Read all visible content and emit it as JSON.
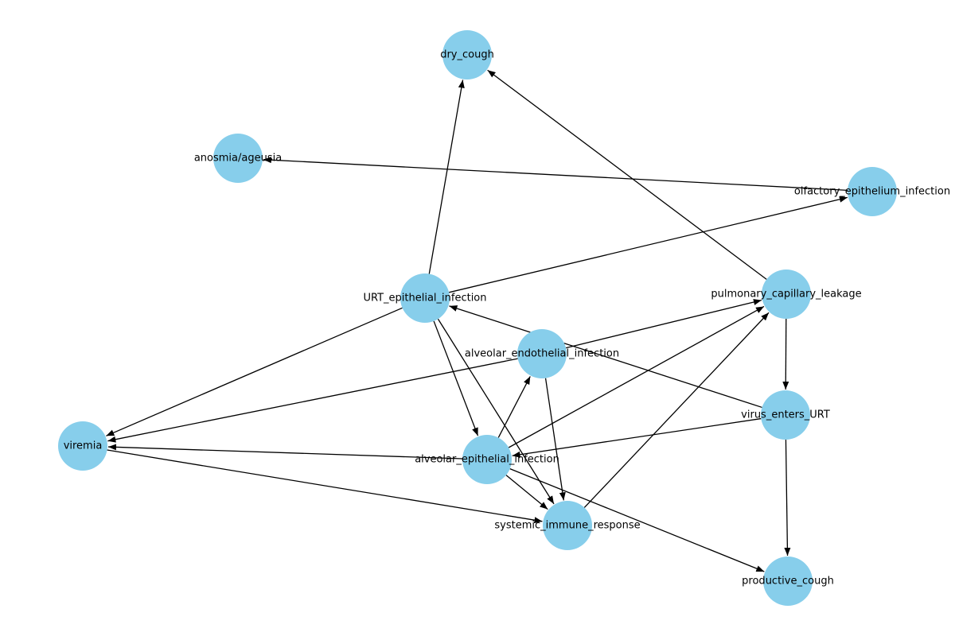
{
  "diagram": {
    "type": "directed-graph",
    "node_color": "#87ceeb",
    "edge_color": "#000000",
    "nodes": [
      {
        "id": "dry_cough",
        "label": "dry_cough"
      },
      {
        "id": "anosmia",
        "label": "anosmia/ageusia"
      },
      {
        "id": "olfactory",
        "label": "olfactory_epithelium_infection"
      },
      {
        "id": "urt",
        "label": "URT_epithelial_infection"
      },
      {
        "id": "pcl",
        "label": "pulmonary_capillary_leakage"
      },
      {
        "id": "aendo",
        "label": "alveolar_endothelial_infection"
      },
      {
        "id": "venters",
        "label": "virus_enters_URT"
      },
      {
        "id": "viremia",
        "label": "viremia"
      },
      {
        "id": "aepi",
        "label": "alveolar_epithelial_infection"
      },
      {
        "id": "sir",
        "label": "systemic_immune_response"
      },
      {
        "id": "pcough",
        "label": "productive_cough"
      }
    ],
    "edges": [
      {
        "from": "urt",
        "to": "dry_cough"
      },
      {
        "from": "pcl",
        "to": "dry_cough"
      },
      {
        "from": "olfactory",
        "to": "anosmia"
      },
      {
        "from": "urt",
        "to": "olfactory"
      },
      {
        "from": "urt",
        "to": "viremia"
      },
      {
        "from": "urt",
        "to": "aepi"
      },
      {
        "from": "urt",
        "to": "sir"
      },
      {
        "from": "venters",
        "to": "urt"
      },
      {
        "from": "aendo",
        "to": "pcl"
      },
      {
        "from": "aepi",
        "to": "pcl"
      },
      {
        "from": "sir",
        "to": "pcl"
      },
      {
        "from": "pcl",
        "to": "venters"
      },
      {
        "from": "aendo",
        "to": "viremia"
      },
      {
        "from": "aendo",
        "to": "sir"
      },
      {
        "from": "aepi",
        "to": "aendo"
      },
      {
        "from": "venters",
        "to": "aepi"
      },
      {
        "from": "venters",
        "to": "pcough"
      },
      {
        "from": "aepi",
        "to": "viremia"
      },
      {
        "from": "aepi",
        "to": "sir"
      },
      {
        "from": "aepi",
        "to": "pcough"
      },
      {
        "from": "viremia",
        "to": "sir"
      }
    ]
  }
}
